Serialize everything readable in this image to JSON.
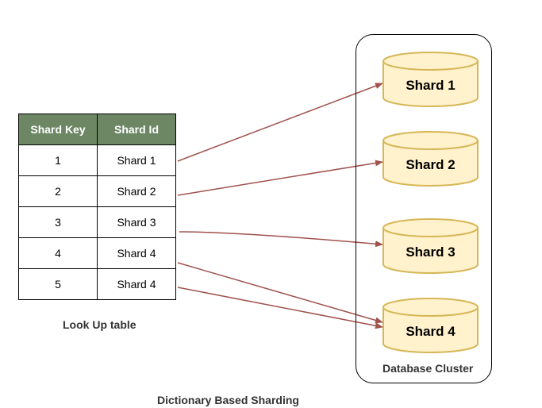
{
  "table": {
    "headers": [
      "Shard Key",
      "Shard Id"
    ],
    "rows": [
      {
        "key": "1",
        "id": "Shard 1"
      },
      {
        "key": "2",
        "id": "Shard 2"
      },
      {
        "key": "3",
        "id": "Shard 3"
      },
      {
        "key": "4",
        "id": "Shard 4"
      },
      {
        "key": "5",
        "id": "Shard 4"
      }
    ],
    "caption": "Look Up table"
  },
  "cluster": {
    "label": "Database Cluster",
    "shards": [
      "Shard 1",
      "Shard 2",
      "Shard 3",
      "Shard 4"
    ]
  },
  "title": "Dictionary Based Sharding",
  "colors": {
    "header_fill": "#6d8764",
    "shard_fill": "#fff2cc",
    "shard_stroke": "#d6b656",
    "arrow": "#a0524d"
  }
}
